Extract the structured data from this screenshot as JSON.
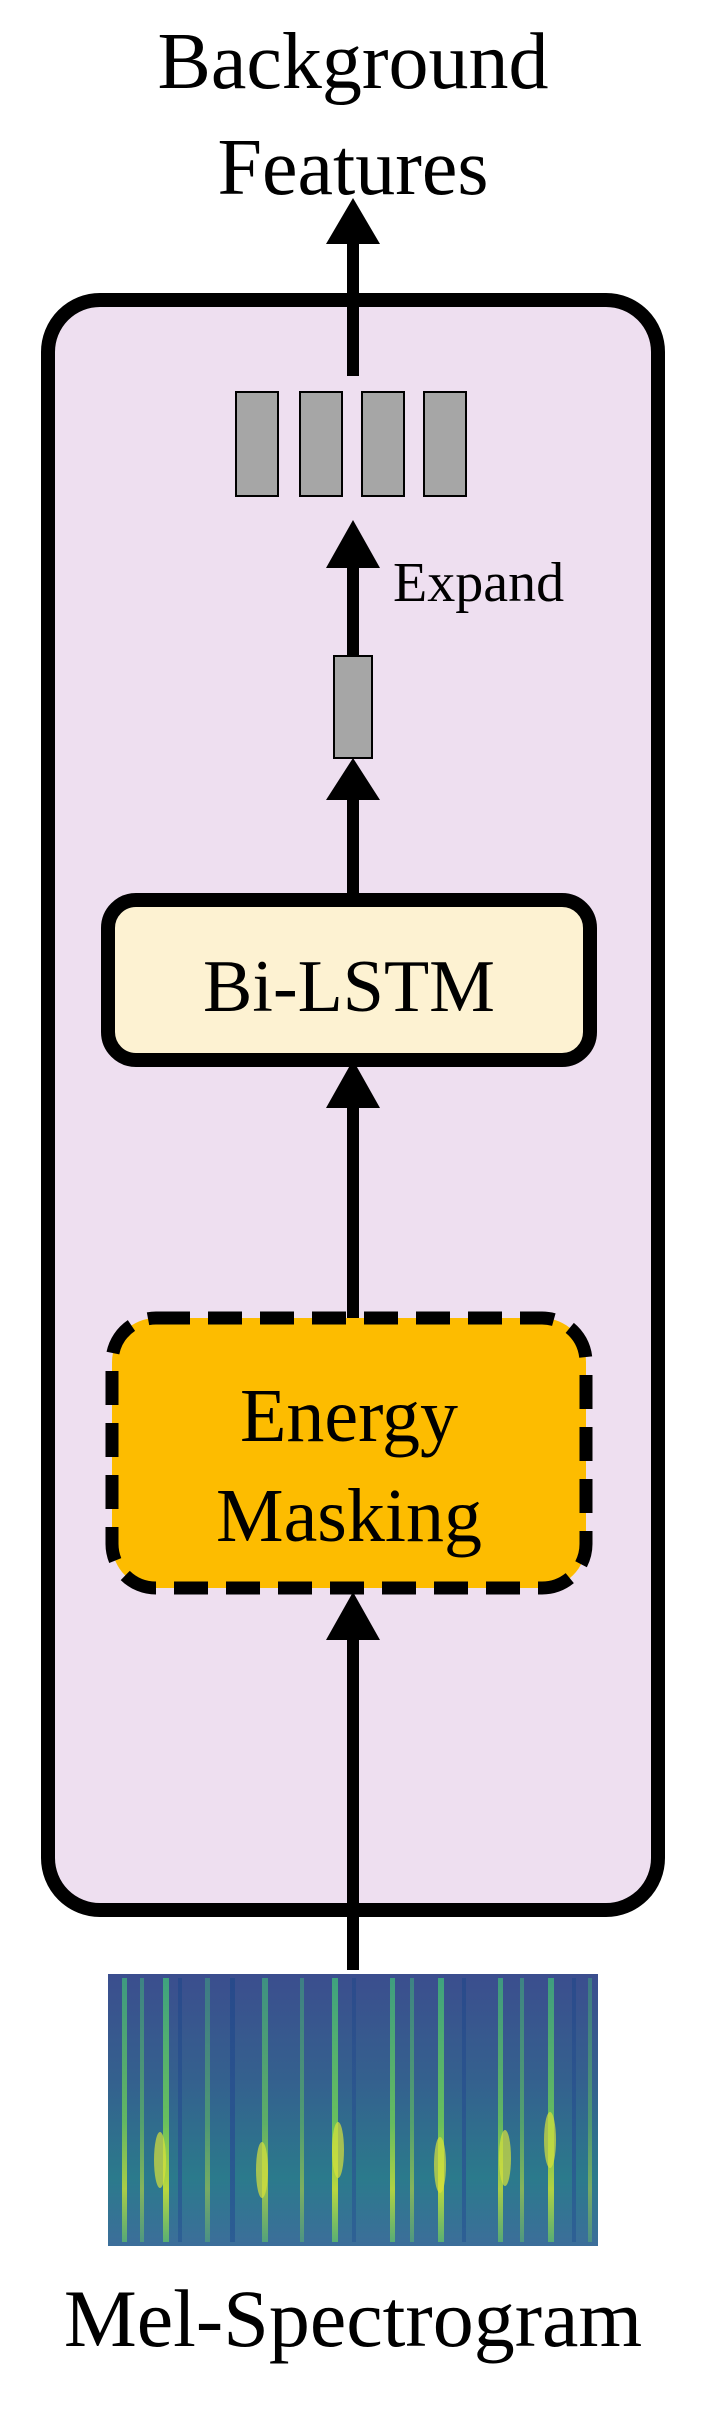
{
  "diagram": {
    "output": {
      "line1": "Background",
      "line2": "Features"
    },
    "expand_label": "Expand",
    "bilstm_label": "Bi-LSTM",
    "energy_masking": {
      "line1": "Energy",
      "line2": "Masking"
    },
    "input_label": "Mel-Spectrogram"
  },
  "colors": {
    "module_fill": "#eedff0",
    "bilstm_fill": "#fdf2d2",
    "energy_fill": "#fdbc00",
    "feature_block": "#a6a6a6",
    "stroke": "#000000"
  },
  "icons": {
    "spectrogram": "mel-spectrogram-image",
    "feature_vector": "feature-vector-blocks"
  }
}
